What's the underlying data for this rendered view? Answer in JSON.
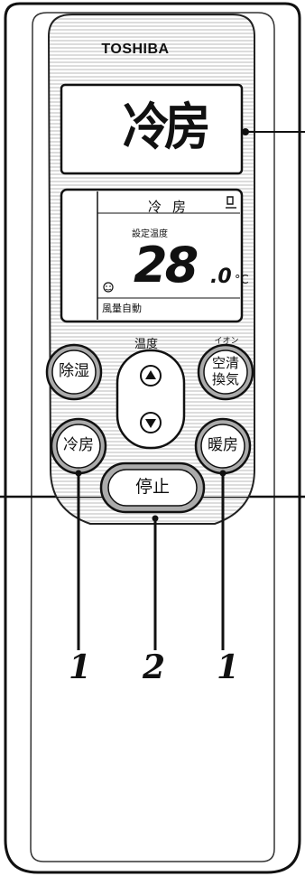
{
  "brand": "TOSHIBA",
  "display_top": {
    "mode": "冷房"
  },
  "lcd": {
    "mode": "冷房",
    "setting_label": "設定温度",
    "temperature": "28",
    "temperature_decimal": ".0",
    "unit": "°C",
    "fan": "風量自動"
  },
  "controls": {
    "temp_label": "温度",
    "ion_label": "イオン",
    "dehumidify": "除湿",
    "air_clean_1": "空清",
    "air_clean_2": "換気",
    "cool": "冷房",
    "heat": "暖房",
    "stop": "停止"
  },
  "callouts": {
    "left": "1",
    "center": "2",
    "right": "1"
  },
  "colors": {
    "body": "#ffffff",
    "button_fill": "#ababab",
    "button_outline": "#111111",
    "stripes": "#dddddd"
  }
}
